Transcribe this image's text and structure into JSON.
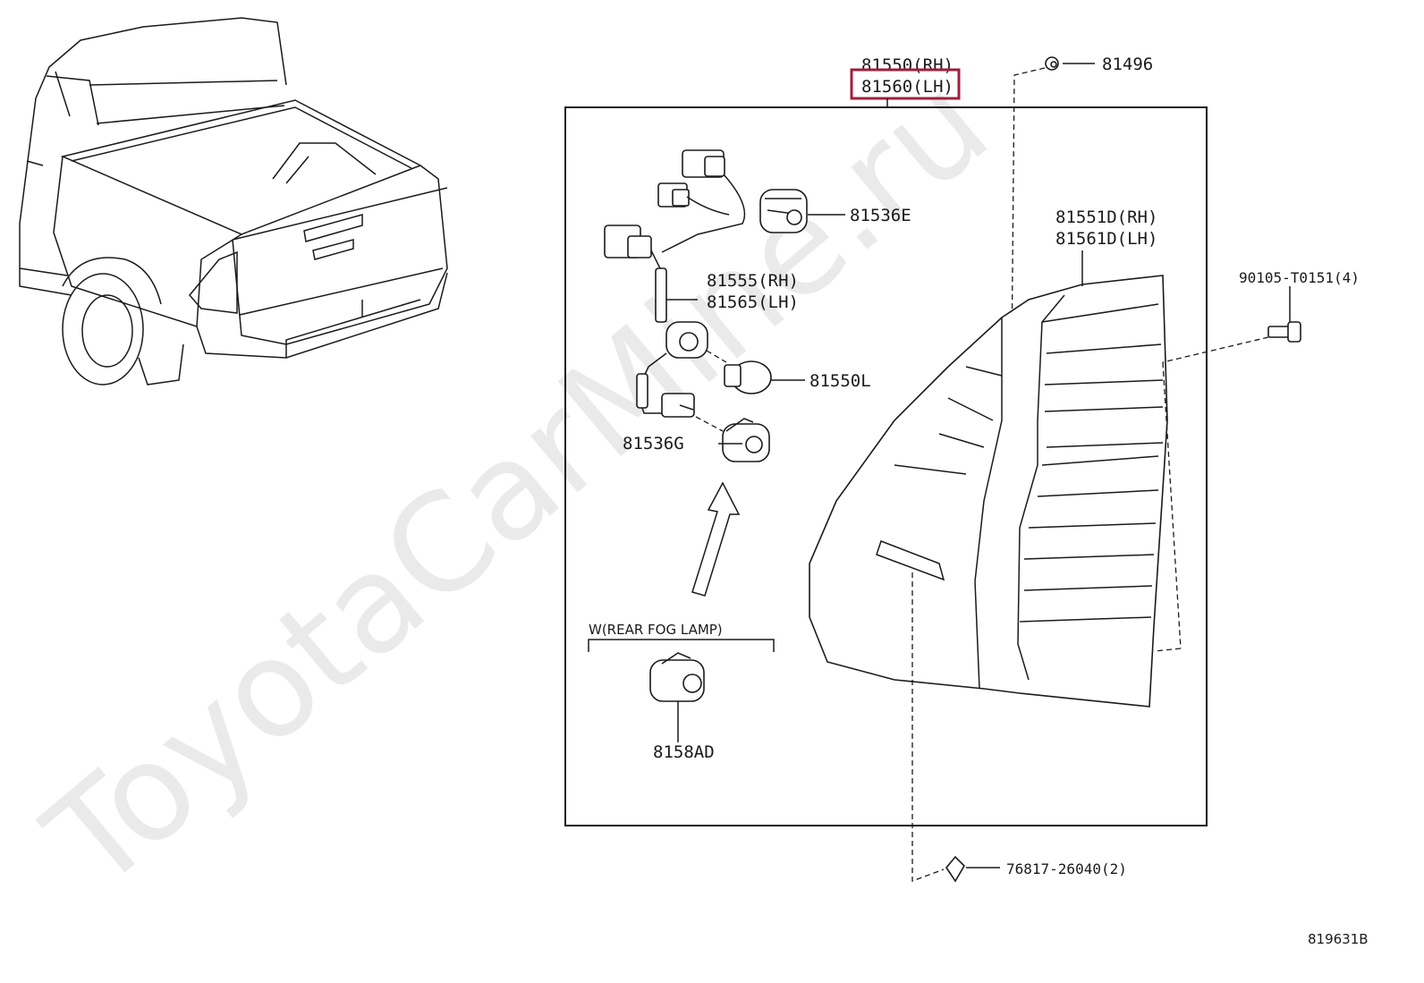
{
  "watermark": "ToyotaCarMine.ru",
  "diagram_id": "819631B",
  "colors": {
    "highlight": "#a01e3c",
    "line": "#1a1a1a",
    "watermark": "#dadada"
  },
  "labels": {
    "assembly_rh": "81550(RH)",
    "assembly_lh": "81560(LH)",
    "nut": "81496",
    "socket_e": "81536E",
    "lens_rh": "81551D(RH)",
    "lens_lh": "81561D(LH)",
    "wire_rh": "81555(RH)",
    "wire_lh": "81565(LH)",
    "screw": "90105-T0151(4)",
    "bulb": "81550L",
    "socket_g": "81536G",
    "fog_heading": "W(REAR FOG LAMP)",
    "fog_socket": "8158AD",
    "clip": "76817-26040(2)"
  }
}
